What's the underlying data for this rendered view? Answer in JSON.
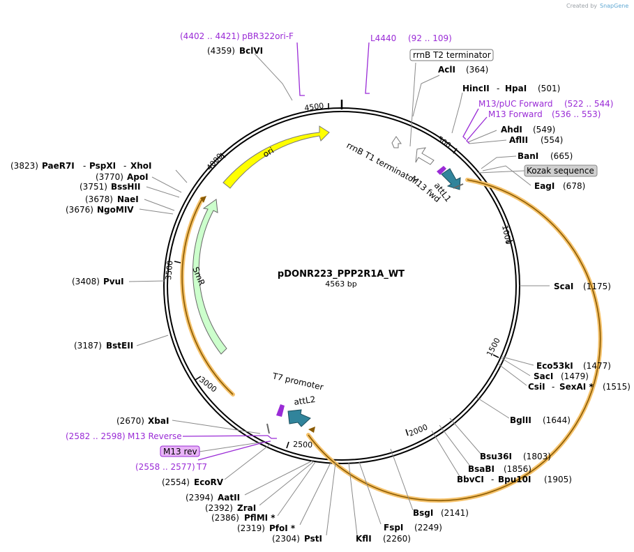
{
  "app": {
    "credit": "Created by",
    "brand": "SnapGene"
  },
  "map": {
    "title": "pDONR223_PPP2R1A_WT",
    "length": "4563 bp",
    "ticks": [
      "500",
      "1000",
      "1500",
      "2000",
      "2500",
      "3000",
      "3500",
      "4000",
      "4500"
    ]
  },
  "features": {
    "ori": "ori",
    "smr": "SmR",
    "rrnb_t1": "rrnB T1 terminator",
    "m13_fwd": "M13 fwd",
    "attl1": "attL1",
    "t7_promoter": "T7 promoter",
    "attl2": "attL2",
    "rrnb_t2": "rrnB T2 terminator",
    "kozak": "Kozak sequence",
    "m13_rev": "M13 rev"
  },
  "enzymes": {
    "bclvi": {
      "name": "BclVI",
      "pos": "(4359)"
    },
    "acli": {
      "name": "AclI",
      "pos": "(364)"
    },
    "hincii": {
      "name": "HincII",
      "name2": "HpaI",
      "pos": "(501)"
    },
    "ahdi": {
      "name": "AhdI",
      "pos": "(549)"
    },
    "aflii": {
      "name": "AflII",
      "pos": "(554)"
    },
    "bani": {
      "name": "BanI",
      "pos": "(665)"
    },
    "eagi": {
      "name": "EagI",
      "pos": "(678)"
    },
    "scai": {
      "name": "ScaI",
      "pos": "(1175)"
    },
    "eco53ki": {
      "name": "Eco53kI",
      "pos": "(1477)"
    },
    "saci": {
      "name": "SacI",
      "pos": "(1479)"
    },
    "csii": {
      "name": "CsiI",
      "name2": "SexAI *",
      "pos": "(1515)"
    },
    "bglii": {
      "name": "BglII",
      "pos": "(1644)"
    },
    "bsu36i": {
      "name": "Bsu36I",
      "pos": "(1803)"
    },
    "bsabi": {
      "name": "BsaBI",
      "pos": "(1856)"
    },
    "bbvci": {
      "name": "BbvCI",
      "name2": "Bpu10I",
      "pos": "(1905)"
    },
    "bsgi": {
      "name": "BsgI",
      "pos": "(2141)"
    },
    "fspi": {
      "name": "FspI",
      "pos": "(2249)"
    },
    "kfli": {
      "name": "KflI",
      "pos": "(2260)"
    },
    "psti": {
      "name": "PstI",
      "pos": "(2304)"
    },
    "pfoi": {
      "name": "PfoI *",
      "pos": "(2319)"
    },
    "pflmi": {
      "name": "PflMI *",
      "pos": "(2386)"
    },
    "zrai": {
      "name": "ZraI",
      "pos": "(2392)"
    },
    "aatii": {
      "name": "AatII",
      "pos": "(2394)"
    },
    "ecorv": {
      "name": "EcoRV",
      "pos": "(2554)"
    },
    "xbai": {
      "name": "XbaI",
      "pos": "(2670)"
    },
    "bsteii": {
      "name": "BstEII",
      "pos": "(3187)"
    },
    "pvui": {
      "name": "PvuI",
      "pos": "(3408)"
    },
    "ngomiv": {
      "name": "NgoMIV",
      "pos": "(3676)"
    },
    "naei": {
      "name": "NaeI",
      "pos": "(3678)"
    },
    "bsshii": {
      "name": "BssHII",
      "pos": "(3751)"
    },
    "apoi": {
      "name": "ApoI",
      "pos": "(3770)"
    },
    "paer7i": {
      "name": "PaeR7I",
      "name2": "PspXI",
      "name3": "XhoI",
      "pos": "(3823)"
    }
  },
  "primers": {
    "pbr322": {
      "range": "(4402 .. 4421)",
      "name": "pBR322ori-F"
    },
    "l4440": {
      "name": "L4440",
      "range": "(92 .. 109)"
    },
    "m13puc": {
      "name": "M13/pUC Forward",
      "range": "(522 .. 544)"
    },
    "m13f": {
      "name": "M13 Forward",
      "range": "(536 .. 553)"
    },
    "m13r": {
      "range": "(2582 .. 2598)",
      "name": "M13 Reverse"
    },
    "t7": {
      "range": "(2558 .. 2577)",
      "name": "T7"
    }
  },
  "colors": {
    "ori": "#ffff00",
    "smr": "#ccffcc",
    "attl": "#31849b",
    "primer": "#9a2bd6",
    "orf_highlight": "#f5c26b"
  }
}
